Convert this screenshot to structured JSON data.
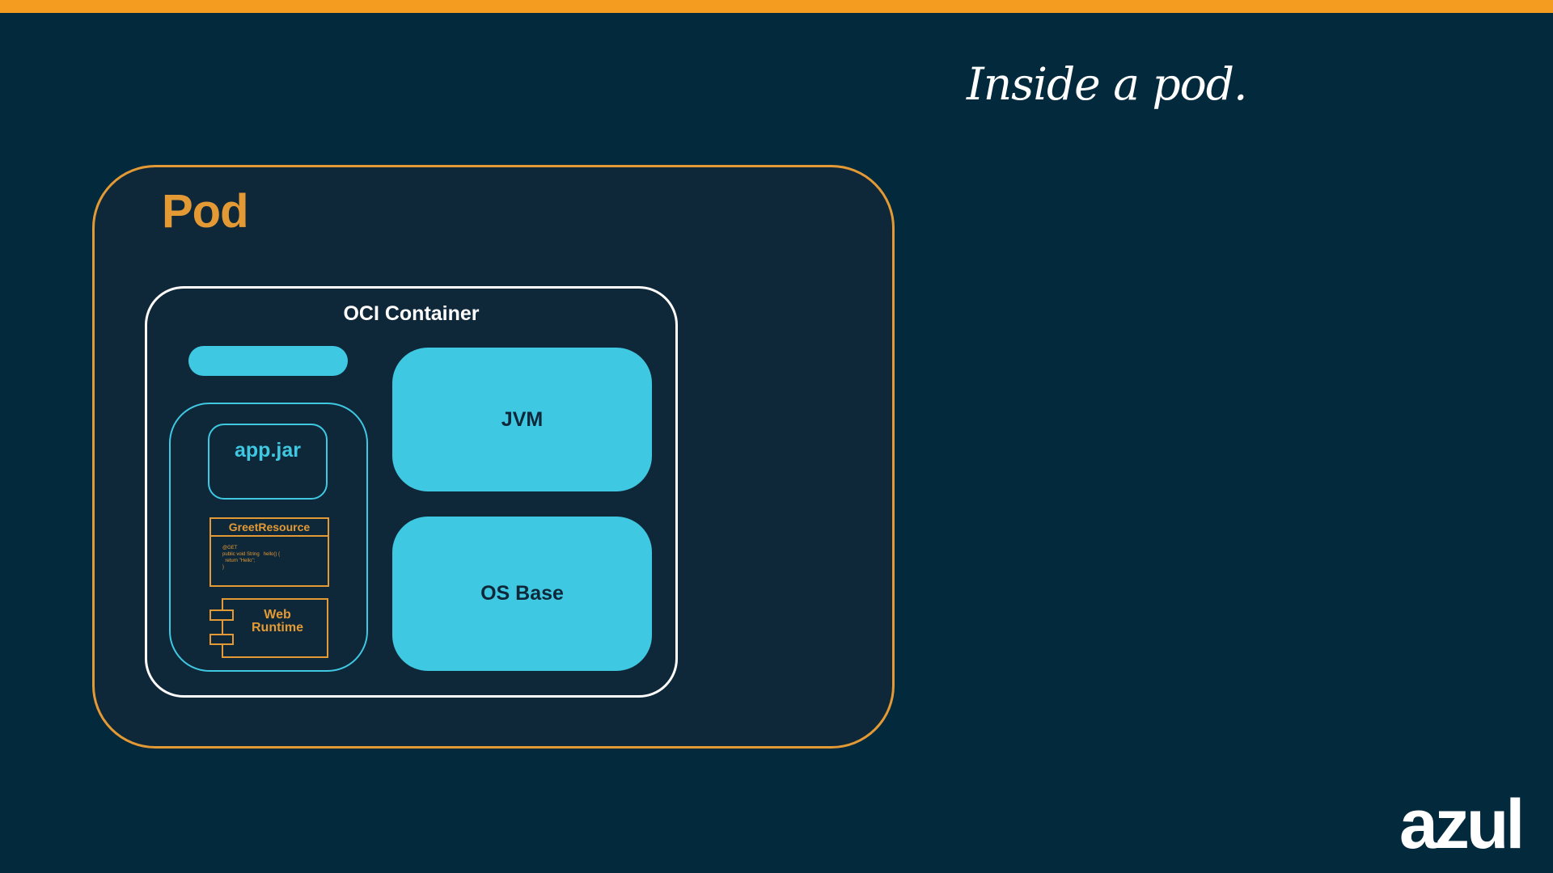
{
  "slide": {
    "title": "Inside a pod."
  },
  "diagram": {
    "pod": {
      "label": "Pod"
    },
    "container": {
      "label": "OCI Container"
    },
    "app": {
      "jar_label": "app.jar",
      "class_name": "GreetResource",
      "code": [
        "@GET",
        "public void String   hello() {",
        "  return \"Hello\";",
        "}"
      ],
      "runtime_label": "Web\nRuntime"
    },
    "jvm": {
      "label": "JVM"
    },
    "os": {
      "label": "OS Base"
    }
  },
  "brand": {
    "logo_text": "azul"
  },
  "colors": {
    "background": "#03293d",
    "accent_orange": "#f39c1f",
    "pod_border": "#e39a35",
    "cyan": "#3ec8e2",
    "panel": "#0f2839",
    "white": "#ffffff"
  }
}
